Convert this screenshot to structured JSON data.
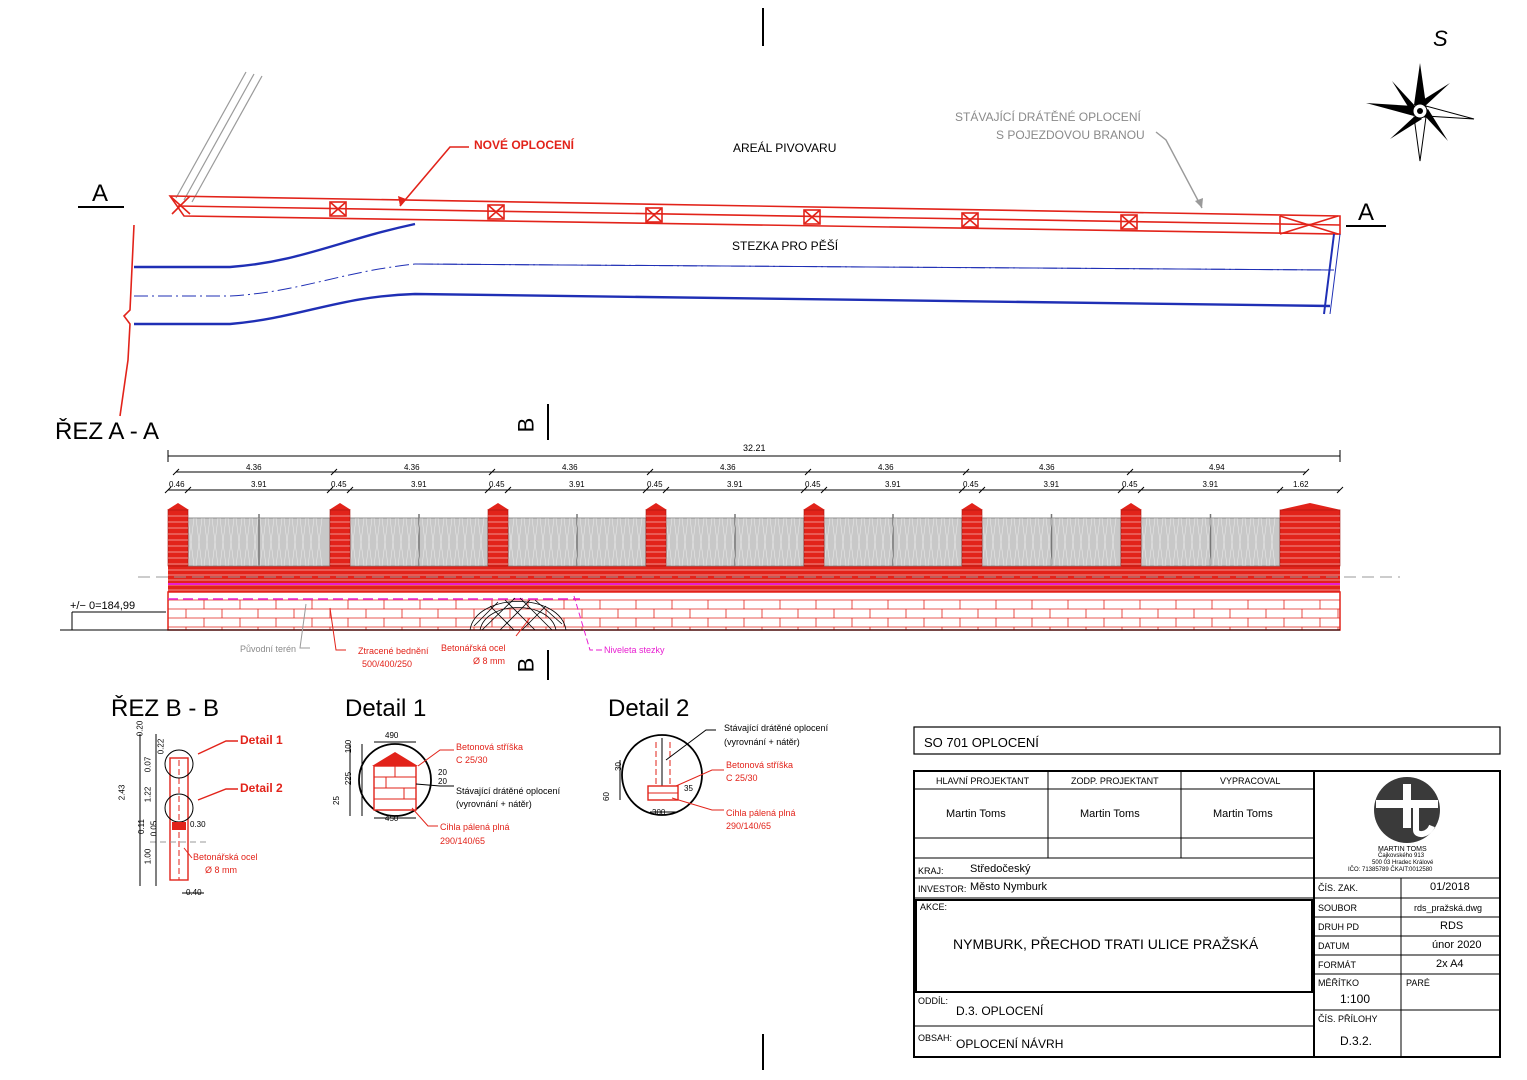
{
  "plan": {
    "section_mark_left": "A",
    "section_mark_right": "A",
    "north_letter": "S",
    "label_new_fence": "NOVÉ OPLOCENÍ",
    "label_brewery": "AREÁL PIVOVARU",
    "label_existing_line1": "STÁVAJÍCÍ DRÁTĚNÉ OPLOCENÍ",
    "label_existing_line2": "S POJEZDOVOU BRANOU",
    "label_path": "STEZKA PRO PĚŠÍ"
  },
  "section_aa": {
    "title": "ŘEZ A - A",
    "cut_b": "B",
    "total": "32.21",
    "spans": [
      "4.36",
      "4.36",
      "4.36",
      "4.36",
      "4.36",
      "4.36",
      "4.94"
    ],
    "pillar_widths": [
      "0.46",
      "0.45",
      "0.45",
      "0.45",
      "0.45",
      "0.45",
      "0.45",
      "1.62"
    ],
    "panel_widths": [
      "3.91",
      "3.91",
      "3.91",
      "3.91",
      "3.91",
      "3.91",
      "3.91"
    ],
    "level": "+/− 0=184,99",
    "original_terrain": "Původní terén",
    "formwork_line1": "Ztracené bednění",
    "formwork_line2": "500/400/250",
    "rebar_line1": "Betonářská ocel",
    "rebar_line2": "Ø 8 mm",
    "path_level": "Niveleta stezky"
  },
  "section_bb": {
    "title": "ŘEZ B - B",
    "detail1_ref": "Detail 1",
    "detail2_ref": "Detail 2",
    "dims": [
      "0.20",
      "0.22",
      "0.07",
      "2.43",
      "1.22",
      "0.11",
      "0.05",
      "0.30",
      "1.00",
      "0.40"
    ],
    "rebar_line1": "Betonářská ocel",
    "rebar_line2": "Ø 8 mm"
  },
  "detail1": {
    "title": "Detail 1",
    "dims": [
      "490",
      "100",
      "225",
      "25",
      "20",
      "20",
      "450"
    ],
    "cap_line1": "Betonová stříška",
    "cap_line2": "C 25/30",
    "existing_line1": "Stávající drátěné oplocení",
    "existing_line2": "(vyrovnání + nátěr)",
    "brick_line1": "Cihla pálená plná",
    "brick_line2": "290/140/65"
  },
  "detail2": {
    "title": "Detail 2",
    "dims": [
      "30",
      "60",
      "35",
      "300"
    ],
    "existing_line1": "Stávající drátěné oplocení",
    "existing_line2": "(vyrovnání + nátěr)",
    "cap_line1": "Betonová stříška",
    "cap_line2": "C 25/30",
    "brick_line1": "Cihla pálená plná",
    "brick_line2": "290/140/65"
  },
  "title_block": {
    "object": "SO 701  OPLOCENÍ",
    "head_main": "HLAVNÍ PROJEKTANT",
    "head_resp": "ZODP. PROJEKTANT",
    "head_drawn": "VYPRACOVAL",
    "name_main": "Martin Toms",
    "name_resp": "Martin Toms",
    "name_drawn": "Martin Toms",
    "region_label": "KRAJ:",
    "region_value": "Středočeský",
    "investor_label": "INVESTOR:",
    "investor_value": "Město Nymburk",
    "action_label": "AKCE:",
    "action_value": "NYMBURK, PŘECHOD TRATI ULICE PRAŽSKÁ",
    "part_label": "ODDÍL:",
    "part_value": "D.3. OPLOCENÍ",
    "content_label": "OBSAH:",
    "content_value": "OPLOCENÍ NÁVRH",
    "logo_name": "MARTIN TOMS",
    "logo_addr1": "Čajkovského 913",
    "logo_addr2": "500 03 Hradec Králové",
    "logo_ids": "IČO: 71385789 ČKAIT:0012580",
    "order_label": "ČÍS. ZAK.",
    "order_value": "01/2018",
    "file_label": "SOUBOR",
    "file_value": "rds_pražská.dwg",
    "type_label": "DRUH PD",
    "type_value": "RDS",
    "date_label": "DATUM",
    "date_value": "únor 2020",
    "format_label": "FORMÁT",
    "format_value": "2x A4",
    "scale_label": "MĚŘÍTKO",
    "scale_value": "1:100",
    "copy_label": "PARÉ",
    "annex_label": "ČÍS. PŘÍLOHY",
    "annex_value": "D.3.2."
  },
  "colors": {
    "fence_red": "#e2231a",
    "path_blue": "#1f2fb5",
    "level_magenta": "#e81ed1",
    "panel_grey": "#c8c8c8"
  }
}
